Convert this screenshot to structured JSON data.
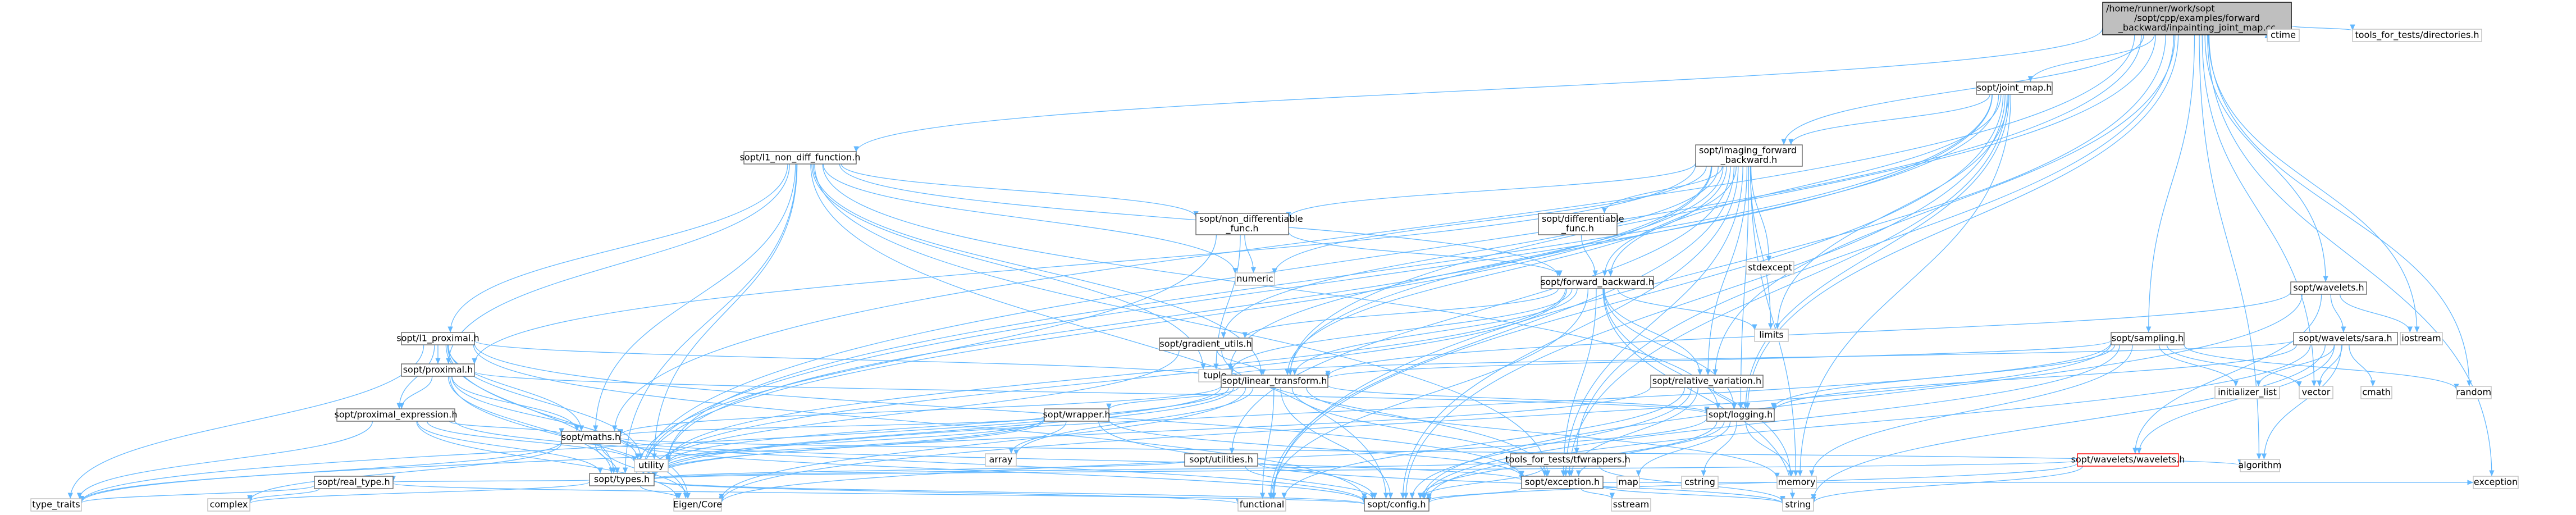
{
  "nodes": [
    {
      "id": "root",
      "lines": [
        "/home/runner/work/sopt",
        "/sopt/cpp/examples/forward",
        "_backward/inpainting_joint_map.cc"
      ],
      "kind": "root"
    },
    {
      "id": "joint_map",
      "lines": [
        "sopt/joint_map.h"
      ],
      "kind": "normal"
    },
    {
      "id": "l1_non_diff",
      "lines": [
        "sopt/l1_non_diff_function.h"
      ],
      "kind": "normal"
    },
    {
      "id": "imaging_fb",
      "lines": [
        "sopt/imaging_forward",
        "_backward.h"
      ],
      "kind": "normal"
    },
    {
      "id": "ctime",
      "lines": [
        "ctime"
      ],
      "kind": "nofile"
    },
    {
      "id": "tools_dirs",
      "lines": [
        "tools_for_tests/directories.h"
      ],
      "kind": "nofile"
    },
    {
      "id": "non_diff",
      "lines": [
        "sopt/non_differentiable",
        "_func.h"
      ],
      "kind": "normal"
    },
    {
      "id": "diff_func",
      "lines": [
        "sopt/differentiable",
        "_func.h"
      ],
      "kind": "normal"
    },
    {
      "id": "stdexcept",
      "lines": [
        "stdexcept"
      ],
      "kind": "nofile"
    },
    {
      "id": "numeric",
      "lines": [
        "numeric"
      ],
      "kind": "nofile"
    },
    {
      "id": "forward_backward",
      "lines": [
        "sopt/forward_backward.h"
      ],
      "kind": "normal"
    },
    {
      "id": "wavelets",
      "lines": [
        "sopt/wavelets.h"
      ],
      "kind": "normal"
    },
    {
      "id": "iostream",
      "lines": [
        "iostream"
      ],
      "kind": "nofile"
    },
    {
      "id": "l1_proximal",
      "lines": [
        "sopt/l1_proximal.h"
      ],
      "kind": "normal"
    },
    {
      "id": "gradient_utils",
      "lines": [
        "sopt/gradient_utils.h"
      ],
      "kind": "normal"
    },
    {
      "id": "limits",
      "lines": [
        "limits"
      ],
      "kind": "nofile"
    },
    {
      "id": "sampling",
      "lines": [
        "sopt/sampling.h"
      ],
      "kind": "normal"
    },
    {
      "id": "wavelets_sara",
      "lines": [
        "sopt/wavelets/sara.h"
      ],
      "kind": "normal"
    },
    {
      "id": "random",
      "lines": [
        "random"
      ],
      "kind": "nofile"
    },
    {
      "id": "tuple",
      "lines": [
        "tuple"
      ],
      "kind": "nofile"
    },
    {
      "id": "proximal",
      "lines": [
        "sopt/proximal.h"
      ],
      "kind": "normal"
    },
    {
      "id": "linear_transform",
      "lines": [
        "sopt/linear_transform.h"
      ],
      "kind": "normal"
    },
    {
      "id": "relative_variation",
      "lines": [
        "sopt/relative_variation.h"
      ],
      "kind": "normal"
    },
    {
      "id": "initializer_list",
      "lines": [
        "initializer_list"
      ],
      "kind": "nofile"
    },
    {
      "id": "vector",
      "lines": [
        "vector"
      ],
      "kind": "nofile"
    },
    {
      "id": "cmath",
      "lines": [
        "cmath"
      ],
      "kind": "nofile"
    },
    {
      "id": "proximal_expression",
      "lines": [
        "sopt/proximal_expression.h"
      ],
      "kind": "normal"
    },
    {
      "id": "wrapper",
      "lines": [
        "sopt/wrapper.h"
      ],
      "kind": "normal"
    },
    {
      "id": "logging",
      "lines": [
        "sopt/logging.h"
      ],
      "kind": "normal"
    },
    {
      "id": "maths",
      "lines": [
        "sopt/maths.h"
      ],
      "kind": "normal"
    },
    {
      "id": "array",
      "lines": [
        "array"
      ],
      "kind": "nofile"
    },
    {
      "id": "utility",
      "lines": [
        "utility"
      ],
      "kind": "nofile"
    },
    {
      "id": "utilities",
      "lines": [
        "sopt/utilities.h"
      ],
      "kind": "normal"
    },
    {
      "id": "tools_wrappers",
      "lines": [
        "tools_for_tests/tfwrappers.h"
      ],
      "kind": "normal"
    },
    {
      "id": "map",
      "lines": [
        "map"
      ],
      "kind": "nofile"
    },
    {
      "id": "cstring",
      "lines": [
        "cstring"
      ],
      "kind": "nofile"
    },
    {
      "id": "memory",
      "lines": [
        "memory"
      ],
      "kind": "nofile"
    },
    {
      "id": "wavelets_wavelets",
      "lines": [
        "sopt/wavelets/wavelets.h"
      ],
      "kind": "red"
    },
    {
      "id": "algorithm",
      "lines": [
        "algorithm"
      ],
      "kind": "nofile"
    },
    {
      "id": "types",
      "lines": [
        "sopt/types.h"
      ],
      "kind": "normal"
    },
    {
      "id": "exception_h",
      "lines": [
        "sopt/exception.h"
      ],
      "kind": "normal"
    },
    {
      "id": "exception",
      "lines": [
        "exception"
      ],
      "kind": "nofile"
    },
    {
      "id": "real_type",
      "lines": [
        "sopt/real_type.h"
      ],
      "kind": "normal"
    },
    {
      "id": "eigen_core",
      "lines": [
        "Eigen/Core"
      ],
      "kind": "nofile"
    },
    {
      "id": "functional",
      "lines": [
        "functional"
      ],
      "kind": "nofile"
    },
    {
      "id": "sstream",
      "lines": [
        "sstream"
      ],
      "kind": "nofile"
    },
    {
      "id": "string",
      "lines": [
        "string"
      ],
      "kind": "nofile"
    },
    {
      "id": "type_traits",
      "lines": [
        "type_traits"
      ],
      "kind": "nofile"
    },
    {
      "id": "complex",
      "lines": [
        "complex"
      ],
      "kind": "nofile"
    },
    {
      "id": "config",
      "lines": [
        "sopt/config.h"
      ],
      "kind": "normal"
    }
  ],
  "edges": [
    [
      "root",
      "joint_map"
    ],
    [
      "root",
      "l1_non_diff"
    ],
    [
      "root",
      "imaging_fb"
    ],
    [
      "root",
      "ctime"
    ],
    [
      "root",
      "tools_dirs"
    ],
    [
      "root",
      "wavelets"
    ],
    [
      "root",
      "iostream"
    ],
    [
      "root",
      "sampling"
    ],
    [
      "root",
      "random"
    ],
    [
      "root",
      "relative_variation"
    ],
    [
      "root",
      "vector"
    ],
    [
      "root",
      "logging"
    ],
    [
      "root",
      "types"
    ],
    [
      "root",
      "functional"
    ],
    [
      "root",
      "algorithm"
    ],
    [
      "root",
      "exception"
    ],
    [
      "root",
      "maths"
    ],
    [
      "root",
      "linear_transform"
    ],
    [
      "root",
      "tools_wrappers"
    ],
    [
      "joint_map",
      "imaging_fb"
    ],
    [
      "joint_map",
      "limits"
    ],
    [
      "joint_map",
      "logging"
    ],
    [
      "joint_map",
      "types"
    ],
    [
      "joint_map",
      "config"
    ],
    [
      "joint_map",
      "functional"
    ],
    [
      "joint_map",
      "memory"
    ],
    [
      "joint_map",
      "utility"
    ],
    [
      "joint_map",
      "exception_h"
    ],
    [
      "joint_map",
      "linear_transform"
    ],
    [
      "joint_map",
      "forward_backward"
    ],
    [
      "l1_non_diff",
      "non_diff"
    ],
    [
      "l1_non_diff",
      "l1_proximal"
    ],
    [
      "l1_non_diff",
      "forward_backward"
    ],
    [
      "l1_non_diff",
      "numeric"
    ],
    [
      "l1_non_diff",
      "tuple"
    ],
    [
      "l1_non_diff",
      "utility"
    ],
    [
      "l1_non_diff",
      "types"
    ],
    [
      "l1_non_diff",
      "config"
    ],
    [
      "l1_non_diff",
      "exception_h"
    ],
    [
      "l1_non_diff",
      "linear_transform"
    ],
    [
      "l1_non_diff",
      "logging"
    ],
    [
      "l1_non_diff",
      "maths"
    ],
    [
      "l1_non_diff",
      "proximal"
    ],
    [
      "imaging_fb",
      "non_diff"
    ],
    [
      "imaging_fb",
      "diff_func"
    ],
    [
      "imaging_fb",
      "stdexcept"
    ],
    [
      "imaging_fb",
      "numeric"
    ],
    [
      "imaging_fb",
      "forward_backward"
    ],
    [
      "imaging_fb",
      "limits"
    ],
    [
      "imaging_fb",
      "tuple"
    ],
    [
      "imaging_fb",
      "gradient_utils"
    ],
    [
      "imaging_fb",
      "relative_variation"
    ],
    [
      "imaging_fb",
      "logging"
    ],
    [
      "imaging_fb",
      "utility"
    ],
    [
      "imaging_fb",
      "types"
    ],
    [
      "imaging_fb",
      "linear_transform"
    ],
    [
      "imaging_fb",
      "exception_h"
    ],
    [
      "imaging_fb",
      "memory"
    ],
    [
      "imaging_fb",
      "functional"
    ],
    [
      "imaging_fb",
      "proximal"
    ],
    [
      "imaging_fb",
      "utilities"
    ],
    [
      "imaging_fb",
      "config"
    ],
    [
      "non_diff",
      "numeric"
    ],
    [
      "non_diff",
      "tuple"
    ],
    [
      "non_diff",
      "types"
    ],
    [
      "non_diff",
      "forward_backward"
    ],
    [
      "diff_func",
      "forward_backward"
    ],
    [
      "forward_backward",
      "limits"
    ],
    [
      "forward_backward",
      "tuple"
    ],
    [
      "forward_backward",
      "gradient_utils"
    ],
    [
      "forward_backward",
      "linear_transform"
    ],
    [
      "forward_backward",
      "logging"
    ],
    [
      "forward_backward",
      "relative_variation"
    ],
    [
      "forward_backward",
      "types"
    ],
    [
      "forward_backward",
      "exception_h"
    ],
    [
      "forward_backward",
      "functional"
    ],
    [
      "forward_backward",
      "utility"
    ],
    [
      "forward_backward",
      "string"
    ],
    [
      "forward_backward",
      "memory"
    ],
    [
      "wavelets",
      "wavelets_sara"
    ],
    [
      "wavelets",
      "wavelets_wavelets"
    ],
    [
      "wavelets",
      "linear_transform"
    ],
    [
      "wavelets",
      "iostream"
    ],
    [
      "wavelets",
      "config"
    ],
    [
      "wavelets_sara",
      "initializer_list"
    ],
    [
      "wavelets_sara",
      "vector"
    ],
    [
      "wavelets_sara",
      "cmath"
    ],
    [
      "wavelets_sara",
      "wavelets_wavelets"
    ],
    [
      "wavelets_sara",
      "logging"
    ],
    [
      "wavelets_sara",
      "algorithm"
    ],
    [
      "wavelets_sara",
      "string"
    ],
    [
      "wavelets_sara",
      "config"
    ],
    [
      "wavelets_sara",
      "tuple"
    ],
    [
      "l1_proximal",
      "proximal"
    ],
    [
      "l1_proximal",
      "proximal_expression"
    ],
    [
      "l1_proximal",
      "linear_transform"
    ],
    [
      "l1_proximal",
      "maths"
    ],
    [
      "l1_proximal",
      "types"
    ],
    [
      "l1_proximal",
      "utility"
    ],
    [
      "l1_proximal",
      "type_traits"
    ],
    [
      "l1_proximal",
      "eigen_core"
    ],
    [
      "l1_proximal",
      "config"
    ],
    [
      "l1_proximal",
      "exception_h"
    ],
    [
      "gradient_utils",
      "linear_transform"
    ],
    [
      "gradient_utils",
      "types"
    ],
    [
      "gradient_utils",
      "exception_h"
    ],
    [
      "sampling",
      "initializer_list"
    ],
    [
      "sampling",
      "vector"
    ],
    [
      "sampling",
      "random"
    ],
    [
      "sampling",
      "memory"
    ],
    [
      "sampling",
      "linear_transform"
    ],
    [
      "sampling",
      "types"
    ],
    [
      "sampling",
      "config"
    ],
    [
      "sampling",
      "logging"
    ],
    [
      "sampling",
      "eigen_core"
    ],
    [
      "proximal",
      "proximal_expression"
    ],
    [
      "proximal",
      "maths"
    ],
    [
      "proximal",
      "types"
    ],
    [
      "proximal",
      "logging"
    ],
    [
      "proximal",
      "utility"
    ],
    [
      "proximal",
      "eigen_core"
    ],
    [
      "linear_transform",
      "wrapper"
    ],
    [
      "linear_transform",
      "maths"
    ],
    [
      "linear_transform",
      "types"
    ],
    [
      "linear_transform",
      "utility"
    ],
    [
      "linear_transform",
      "memory"
    ],
    [
      "linear_transform",
      "functional"
    ],
    [
      "linear_transform",
      "array"
    ],
    [
      "linear_transform",
      "config"
    ],
    [
      "linear_transform",
      "eigen_core"
    ],
    [
      "linear_transform",
      "exception_h"
    ],
    [
      "linear_transform",
      "logging"
    ],
    [
      "linear_transform",
      "type_traits"
    ],
    [
      "relative_variation",
      "logging"
    ],
    [
      "relative_variation",
      "types"
    ],
    [
      "relative_variation",
      "exception_h"
    ],
    [
      "relative_variation",
      "functional"
    ],
    [
      "relative_variation",
      "config"
    ],
    [
      "proximal_expression",
      "maths"
    ],
    [
      "proximal_expression",
      "utility"
    ],
    [
      "proximal_expression",
      "type_traits"
    ],
    [
      "proximal_expression",
      "types"
    ],
    [
      "proximal_expression",
      "eigen_core"
    ],
    [
      "proximal_expression",
      "config"
    ],
    [
      "wrapper",
      "maths"
    ],
    [
      "wrapper",
      "types"
    ],
    [
      "wrapper",
      "array"
    ],
    [
      "wrapper",
      "utility"
    ],
    [
      "wrapper",
      "exception_h"
    ],
    [
      "wrapper",
      "type_traits"
    ],
    [
      "wrapper",
      "config"
    ],
    [
      "logging",
      "map"
    ],
    [
      "logging",
      "cstring"
    ],
    [
      "logging",
      "memory"
    ],
    [
      "logging",
      "exception_h"
    ],
    [
      "logging",
      "config"
    ],
    [
      "logging",
      "eigen_core"
    ],
    [
      "maths",
      "types"
    ],
    [
      "maths",
      "eigen_core"
    ],
    [
      "maths",
      "algorithm"
    ],
    [
      "maths",
      "complex"
    ],
    [
      "maths",
      "type_traits"
    ],
    [
      "maths",
      "config"
    ],
    [
      "maths",
      "exception_h"
    ],
    [
      "utilities",
      "types"
    ],
    [
      "utilities",
      "config"
    ],
    [
      "utilities",
      "string"
    ],
    [
      "tools_wrappers",
      "types"
    ],
    [
      "tools_wrappers",
      "exception_h"
    ],
    [
      "tools_wrappers",
      "config"
    ],
    [
      "tools_wrappers",
      "string"
    ],
    [
      "wavelets_wavelets",
      "types"
    ],
    [
      "wavelets_wavelets",
      "config"
    ],
    [
      "wavelets_wavelets",
      "string"
    ],
    [
      "types",
      "eigen_core"
    ],
    [
      "types",
      "real_type"
    ],
    [
      "types",
      "complex"
    ],
    [
      "types",
      "functional"
    ],
    [
      "types",
      "config"
    ],
    [
      "exception_h",
      "exception"
    ],
    [
      "exception_h",
      "sstream"
    ],
    [
      "exception_h",
      "string"
    ],
    [
      "exception_h",
      "config"
    ],
    [
      "real_type",
      "type_traits"
    ],
    [
      "real_type",
      "complex"
    ],
    [
      "real_type",
      "config"
    ]
  ]
}
